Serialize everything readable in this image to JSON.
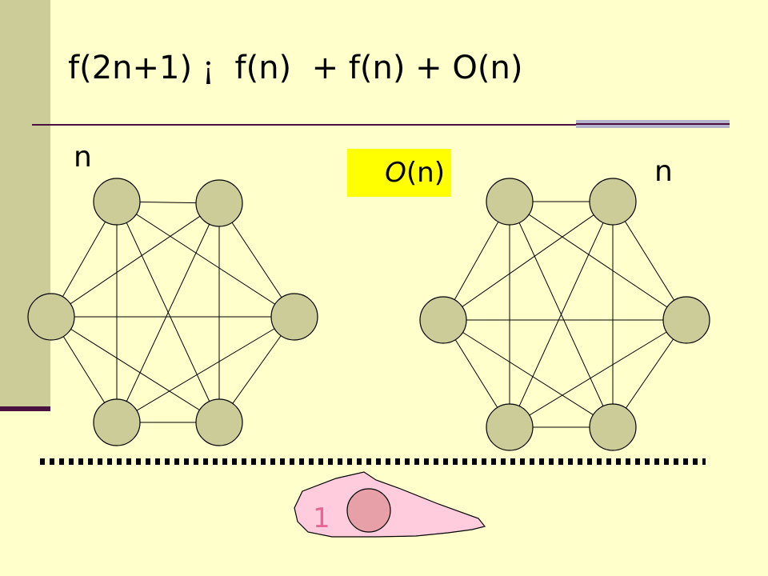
{
  "title": {
    "lhs": "f(2n+1)",
    "relation": "¡",
    "rhs": "f(n)  + f(n) + O(n)"
  },
  "left_graph": {
    "label": "n",
    "node_count": 6
  },
  "right_graph": {
    "label": "n",
    "node_count": 6
  },
  "merge_cost": {
    "prefix": "O",
    "suffix": "(n)"
  },
  "extra_node": {
    "label": "1"
  },
  "colors": {
    "background": "#ffffcc",
    "node_fill": "#cccc99",
    "highlight": "#ffff00",
    "blob_fill": "#ffccdd",
    "extra_node_fill": "#e8a0a8",
    "one_label": "#e7668f"
  }
}
